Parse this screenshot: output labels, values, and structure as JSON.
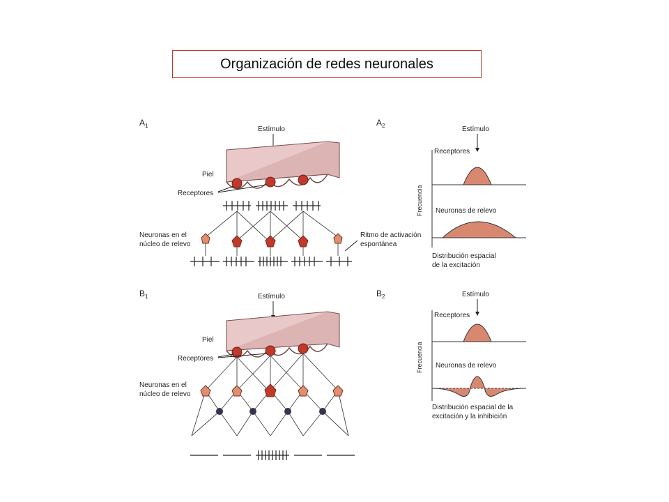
{
  "title": "Organización de redes neuronales",
  "panels": {
    "a1": {
      "label": "A",
      "sub": "1",
      "stimulus": "Estímulo",
      "skin": "Piel",
      "receptors": "Receptores",
      "relay_neurons_line1": "Neuronas en el",
      "relay_neurons_line2": "núcleo de relevo",
      "spontaneous_line1": "Ritmo de activación",
      "spontaneous_line2": "espontánea"
    },
    "a2": {
      "label": "A",
      "sub": "2",
      "stimulus": "Estímulo",
      "receptors": "Receptores",
      "relay": "Neuronas de relevo",
      "frequency": "Frecuencia",
      "distribution_line1": "Distribución espacial",
      "distribution_line2": "de la excitación"
    },
    "b1": {
      "label": "B",
      "sub": "1",
      "stimulus": "Estímulo",
      "skin": "Piel",
      "receptors": "Receptores",
      "relay_neurons_line1": "Neuronas en el",
      "relay_neurons_line2": "núcleo de relevo"
    },
    "b2": {
      "label": "B",
      "sub": "2",
      "stimulus": "Estímulo",
      "receptors": "Receptores",
      "relay": "Neuronas de relevo",
      "frequency": "Frecuencia",
      "distribution_line1": "Distribución espacial de la",
      "distribution_line2": "excitación y la inhibición"
    }
  },
  "colors": {
    "skin_fill": "#e8c8c8",
    "skin_stroke": "#7a4a4a",
    "receptor_fill": "#c0392b",
    "neuron_fill": "#e09070",
    "neuron_dark": "#7a2c1e",
    "inhibitory_fill": "#3a3050",
    "curve_fill": "#d98870",
    "title_border": "#c0392b"
  }
}
